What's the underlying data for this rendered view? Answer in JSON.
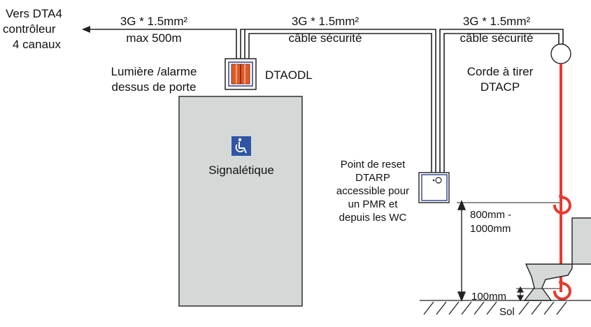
{
  "cables": {
    "left": {
      "line1": "3G * 1.5mm²",
      "line2": "max 500m"
    },
    "middle": {
      "line1": "3G * 1.5mm²",
      "line2": "câble sécurité"
    },
    "right": {
      "line1": "3G * 1.5mm²",
      "line2": "câble sécurité"
    }
  },
  "destination": {
    "line1": "Vers DTA4",
    "line2": "contrôleur",
    "line3": "4 canaux"
  },
  "door_light": {
    "line1": "Lumière /alarme",
    "line2": "dessus de porte",
    "code": "DTAODL"
  },
  "door": {
    "signage_label": "Signalétique",
    "signage_icon": "wheelchair-icon"
  },
  "reset_point": {
    "line1": "Point de reset",
    "line2": "DTARP",
    "line3": "accessible pour",
    "line4": "un PMR et",
    "line5": "depuis les WC"
  },
  "pull_cord": {
    "line1": "Corde à tirer",
    "line2": "DTACP"
  },
  "dimensions": {
    "upper_line1": "800mm -",
    "upper_line2": "1000mm",
    "lower": "100mm"
  },
  "floor": {
    "label": "Sol"
  },
  "colors": {
    "cord": "#e8392f",
    "door": "#d4d9d7",
    "sign": "#2f55a4",
    "light_orange": "#e05a2a"
  }
}
